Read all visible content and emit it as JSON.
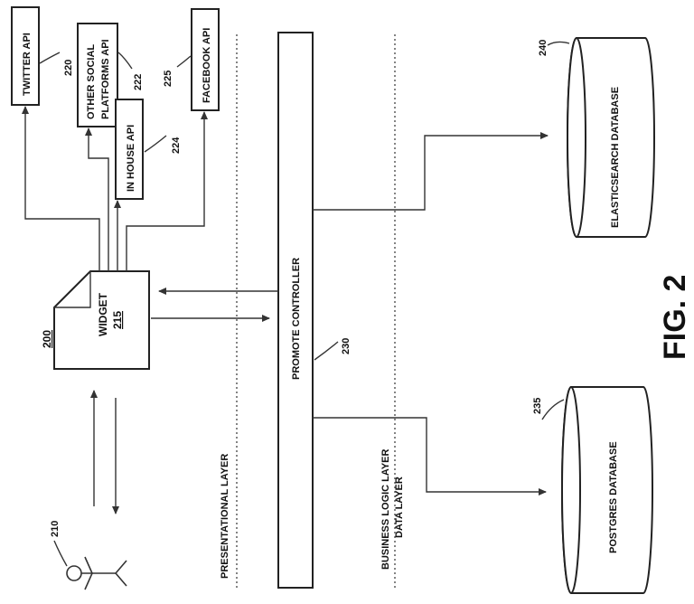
{
  "figure": {
    "number_label": "200",
    "caption": "FIG. 2"
  },
  "nodes": {
    "twitter_api": {
      "label": "TWITTER API",
      "ref": "220"
    },
    "other_social": {
      "label_line1": "OTHER SOCIAL",
      "label_line2": "PLATFORMS API",
      "ref": "222"
    },
    "in_house_api": {
      "label": "IN HOUSE API",
      "ref": "224"
    },
    "facebook_api": {
      "label": "FACEBOOK API",
      "ref": "225"
    },
    "user": {
      "ref": "210"
    },
    "widget": {
      "label": "WIDGET",
      "ref": "215"
    },
    "promote_controller": {
      "label": "PROMOTE CONTROLLER",
      "ref": "230"
    },
    "postgres_db": {
      "label": "POSTGRES DATABASE",
      "ref": "235"
    },
    "elasticsearch_db": {
      "label": "ELASTICSEARCH DATABASE",
      "ref": "240"
    }
  },
  "layers": {
    "presentational": "PRESENTATIONAL LAYER",
    "business_logic": "BUSINESS LOGIC LAYER",
    "data": "DATA LAYER"
  }
}
